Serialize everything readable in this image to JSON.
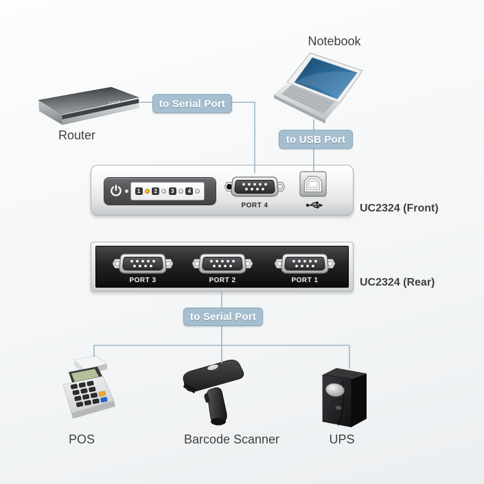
{
  "colors": {
    "connector_line": "#9cb6c4",
    "label_background": "#a6bfd0",
    "label_text": "#ffffff",
    "led_on_amber": "#f0a500",
    "rear_panel_black": "#1a1a1c"
  },
  "top": {
    "notebook_label": "Notebook",
    "router_label": "Router",
    "router_to_hub_label": "to Serial Port",
    "notebook_to_hub_label": "to USB Port"
  },
  "hub_front": {
    "caption": "UC2324 (Front)",
    "leds": [
      {
        "num": "1",
        "state": "on"
      },
      {
        "num": "2",
        "state": "off"
      },
      {
        "num": "3",
        "state": "off"
      },
      {
        "num": "4",
        "state": "off"
      }
    ],
    "port_label": "PORT 4"
  },
  "hub_rear": {
    "caption": "UC2324 (Rear)",
    "port_labels": [
      "PORT 3",
      "PORT 2",
      "PORT 1"
    ]
  },
  "bottom": {
    "hub_to_devices_label": "to Serial Port",
    "pos_label": "POS",
    "barcode_label": "Barcode Scanner",
    "ups_label": "UPS"
  }
}
